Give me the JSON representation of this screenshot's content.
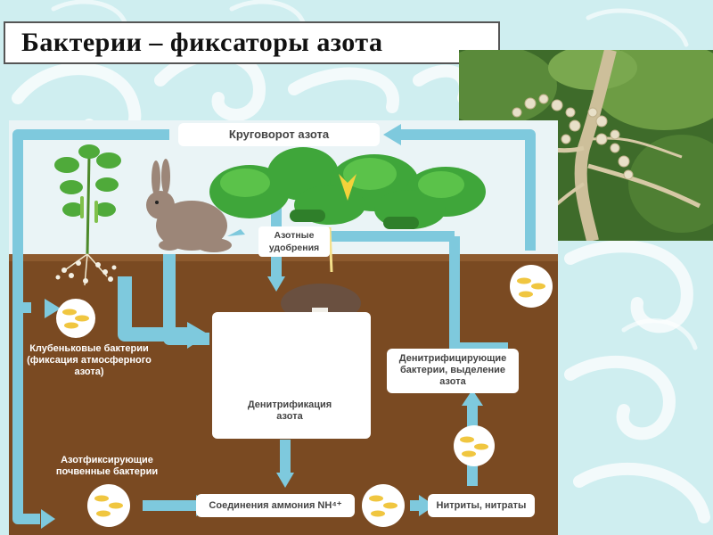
{
  "slide": {
    "title": "Бактерии – фиксаторы азота"
  },
  "diagram": {
    "cycle_title": "Круговорот азота",
    "fertilizer": "Азотные удобрения",
    "denitrification": "Денитрификация азота",
    "nodule_bacteria": "Клубеньковые бактерии (фиксация атмосферного азота)",
    "soil_bacteria": "Азотфиксирующие почвенные бактерии",
    "denitrifying_bacteria": "Денитрифицирующие бактерии, выделение азота",
    "ammonium": "Соединения аммония NH⁴⁺",
    "nitrites": "Нитриты, нитраты"
  },
  "colors": {
    "arrow": "#7ec9dd",
    "soil": "#7a4a22",
    "sky": "#eaf4f6",
    "background": "#cfeef0"
  }
}
